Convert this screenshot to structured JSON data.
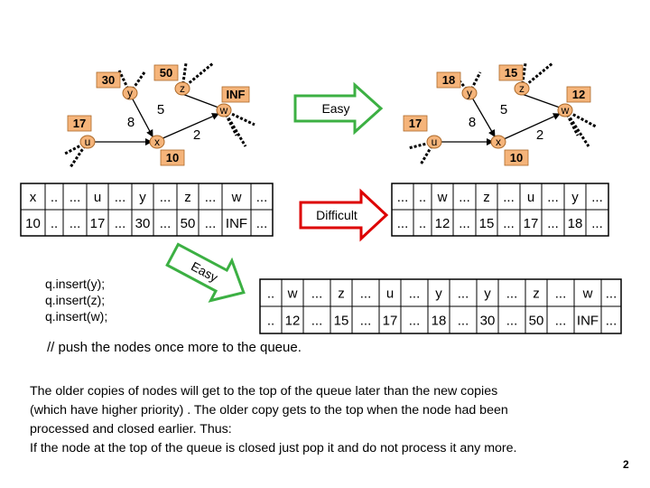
{
  "left_graph": {
    "node_labels": {
      "u": "u",
      "x": "x",
      "y": "y",
      "z": "z",
      "w": "w"
    },
    "distance_labels": {
      "u": "17",
      "y": "30",
      "z": "50",
      "w": "INF",
      "x": "10"
    },
    "edge_weights": {
      "u_x": "8",
      "y_x": "5",
      "x_w": "2"
    }
  },
  "right_graph": {
    "node_labels": {
      "u": "u",
      "x": "x",
      "y": "y",
      "z": "z",
      "w": "w"
    },
    "distance_labels": {
      "u": "17",
      "y": "18",
      "z": "15",
      "w": "12",
      "x": "10"
    },
    "edge_weights": {
      "u_x": "8",
      "y_x": "5",
      "x_w": "2"
    }
  },
  "arrows": {
    "easy_top": "Easy",
    "difficult": "Difficult",
    "easy_bottom": "Easy"
  },
  "queue_left": {
    "row1": [
      "x",
      "..",
      "...",
      "u",
      "...",
      "y",
      "...",
      "z",
      "...",
      "w",
      "..."
    ],
    "row2": [
      "10",
      "..",
      "...",
      "17",
      "...",
      "30",
      "...",
      "50",
      "...",
      "INF",
      "..."
    ]
  },
  "queue_right": {
    "row1": [
      "...",
      "..",
      "w",
      "...",
      "z",
      "...",
      "u",
      "...",
      "y",
      "..."
    ],
    "row2": [
      "...",
      "..",
      "12",
      "...",
      "15",
      "...",
      "17",
      "...",
      "18",
      "..."
    ]
  },
  "queue_bottom": {
    "row1": [
      "..",
      "w",
      "...",
      "z",
      "...",
      "u",
      "...",
      "y",
      "...",
      "y",
      "...",
      "z",
      "...",
      "w",
      "..."
    ],
    "row2": [
      "..",
      "12",
      "...",
      "15",
      "...",
      "17",
      "...",
      "18",
      "...",
      "30",
      "...",
      "50",
      "...",
      "INF",
      "..."
    ]
  },
  "code": {
    "line1": "q.insert(y);",
    "line2": "q.insert(z);",
    "line3": "q.insert(w);"
  },
  "comment": "// push the nodes once more to the queue.",
  "paragraph": {
    "line1": "The older copies of nodes will get to the top of the queue later than the new copies",
    "line2": "(which have higher priority) . The older copy gets to the top when the node had been",
    "line3": "processed and closed earlier. Thus:",
    "line4": "If the node at the top of the queue is closed just pop it and do not process it any more."
  },
  "page_number": "2",
  "colors": {
    "node_fill": "#f5b47a",
    "node_stroke": "#ad6a2a",
    "label_fill": "#f5b47a",
    "arrow_green": "#3cb043",
    "arrow_red": "#dd0000"
  }
}
